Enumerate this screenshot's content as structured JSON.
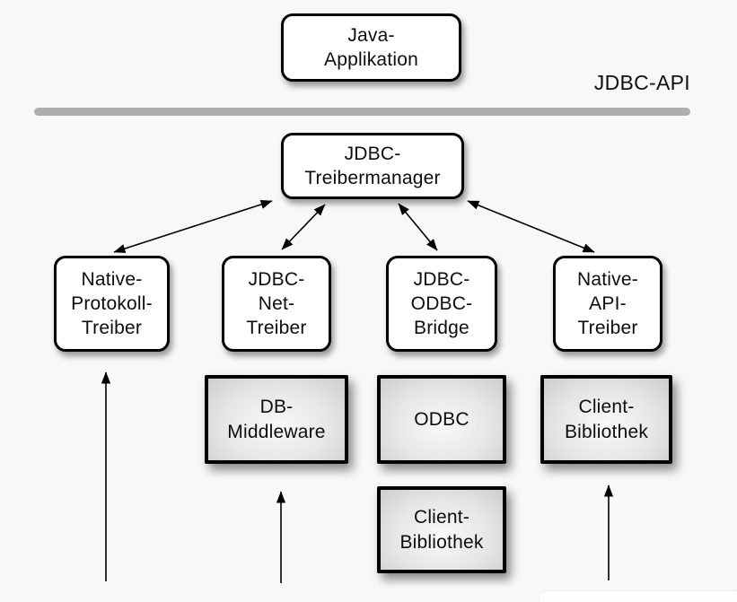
{
  "diagram": {
    "title_context": "JDBC driver architecture",
    "background_color": "#f8f8f8",
    "api_divider": {
      "label": "JDBC-API",
      "line_color": "#aeaeb2"
    },
    "colors": {
      "box_border": "#000000",
      "white_box_fill": "#ffffff",
      "gray_box_fill_center": "#f9f9f9",
      "gray_box_fill_edge": "#cdcdcd",
      "text": "#0d0d0d"
    },
    "nodes": {
      "java_applikation": {
        "label": "Java-\nApplikation",
        "style": "white"
      },
      "jdbc_treibermanager": {
        "label": "JDBC-\nTreibermanager",
        "style": "white"
      },
      "native_protokoll_treiber": {
        "label": "Native-\nProtokoll-\nTreiber",
        "style": "white"
      },
      "jdbc_net_treiber": {
        "label": "JDBC-\nNet-\nTreiber",
        "style": "white"
      },
      "jdbc_odbc_bridge": {
        "label": "JDBC-\nODBC-\nBridge",
        "style": "white"
      },
      "native_api_treiber": {
        "label": "Native-\nAPI-\nTreiber",
        "style": "white"
      },
      "db_middleware": {
        "label": "DB-\nMiddleware",
        "style": "gray"
      },
      "odbc": {
        "label": "ODBC",
        "style": "gray"
      },
      "client_bibliothek_mitte": {
        "label": "Client-\nBibliothek",
        "style": "gray"
      },
      "client_bibliothek_rechts": {
        "label": "Client-\nBibliothek",
        "style": "gray"
      }
    },
    "connections": [
      "jdbc_treibermanager <-> native_protokoll_treiber",
      "jdbc_treibermanager <-> jdbc_net_treiber",
      "jdbc_treibermanager <-> jdbc_odbc_bridge",
      "jdbc_treibermanager <-> native_api_treiber",
      "bottom -> native_protokoll_treiber",
      "bottom -> db_middleware",
      "bottom -> client_bibliothek_rechts"
    ]
  }
}
